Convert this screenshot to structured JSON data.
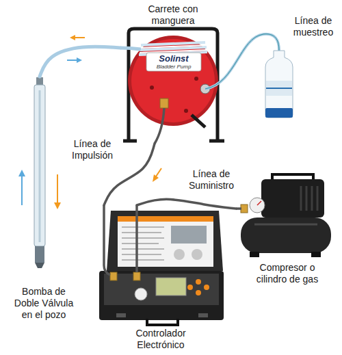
{
  "diagram": {
    "nodes": [
      {
        "text": [
          "Carrete con manguera"
        ]
      },
      {
        "text": [
          "Bomba de Doble Válvula en el pozo"
        ]
      },
      {
        "text": [
          "Compresor o cilindro de gas"
        ]
      },
      {
        "text": [
          "Controlador Electrónico"
        ]
      }
    ],
    "edges": [
      {
        "from": 0,
        "to": 1,
        "arrow": "none"
      },
      {
        "from": 3,
        "to": 0,
        "label": "Línea de Impulsión",
        "arrow": "none"
      },
      {
        "from": 2,
        "to": 3,
        "label": "Línea de Suministro",
        "arrow": "none"
      }
    ],
    "labels": [
      "Línea de muestreo",
      "Solinst",
      "Bladder Pump"
    ]
  }
}
